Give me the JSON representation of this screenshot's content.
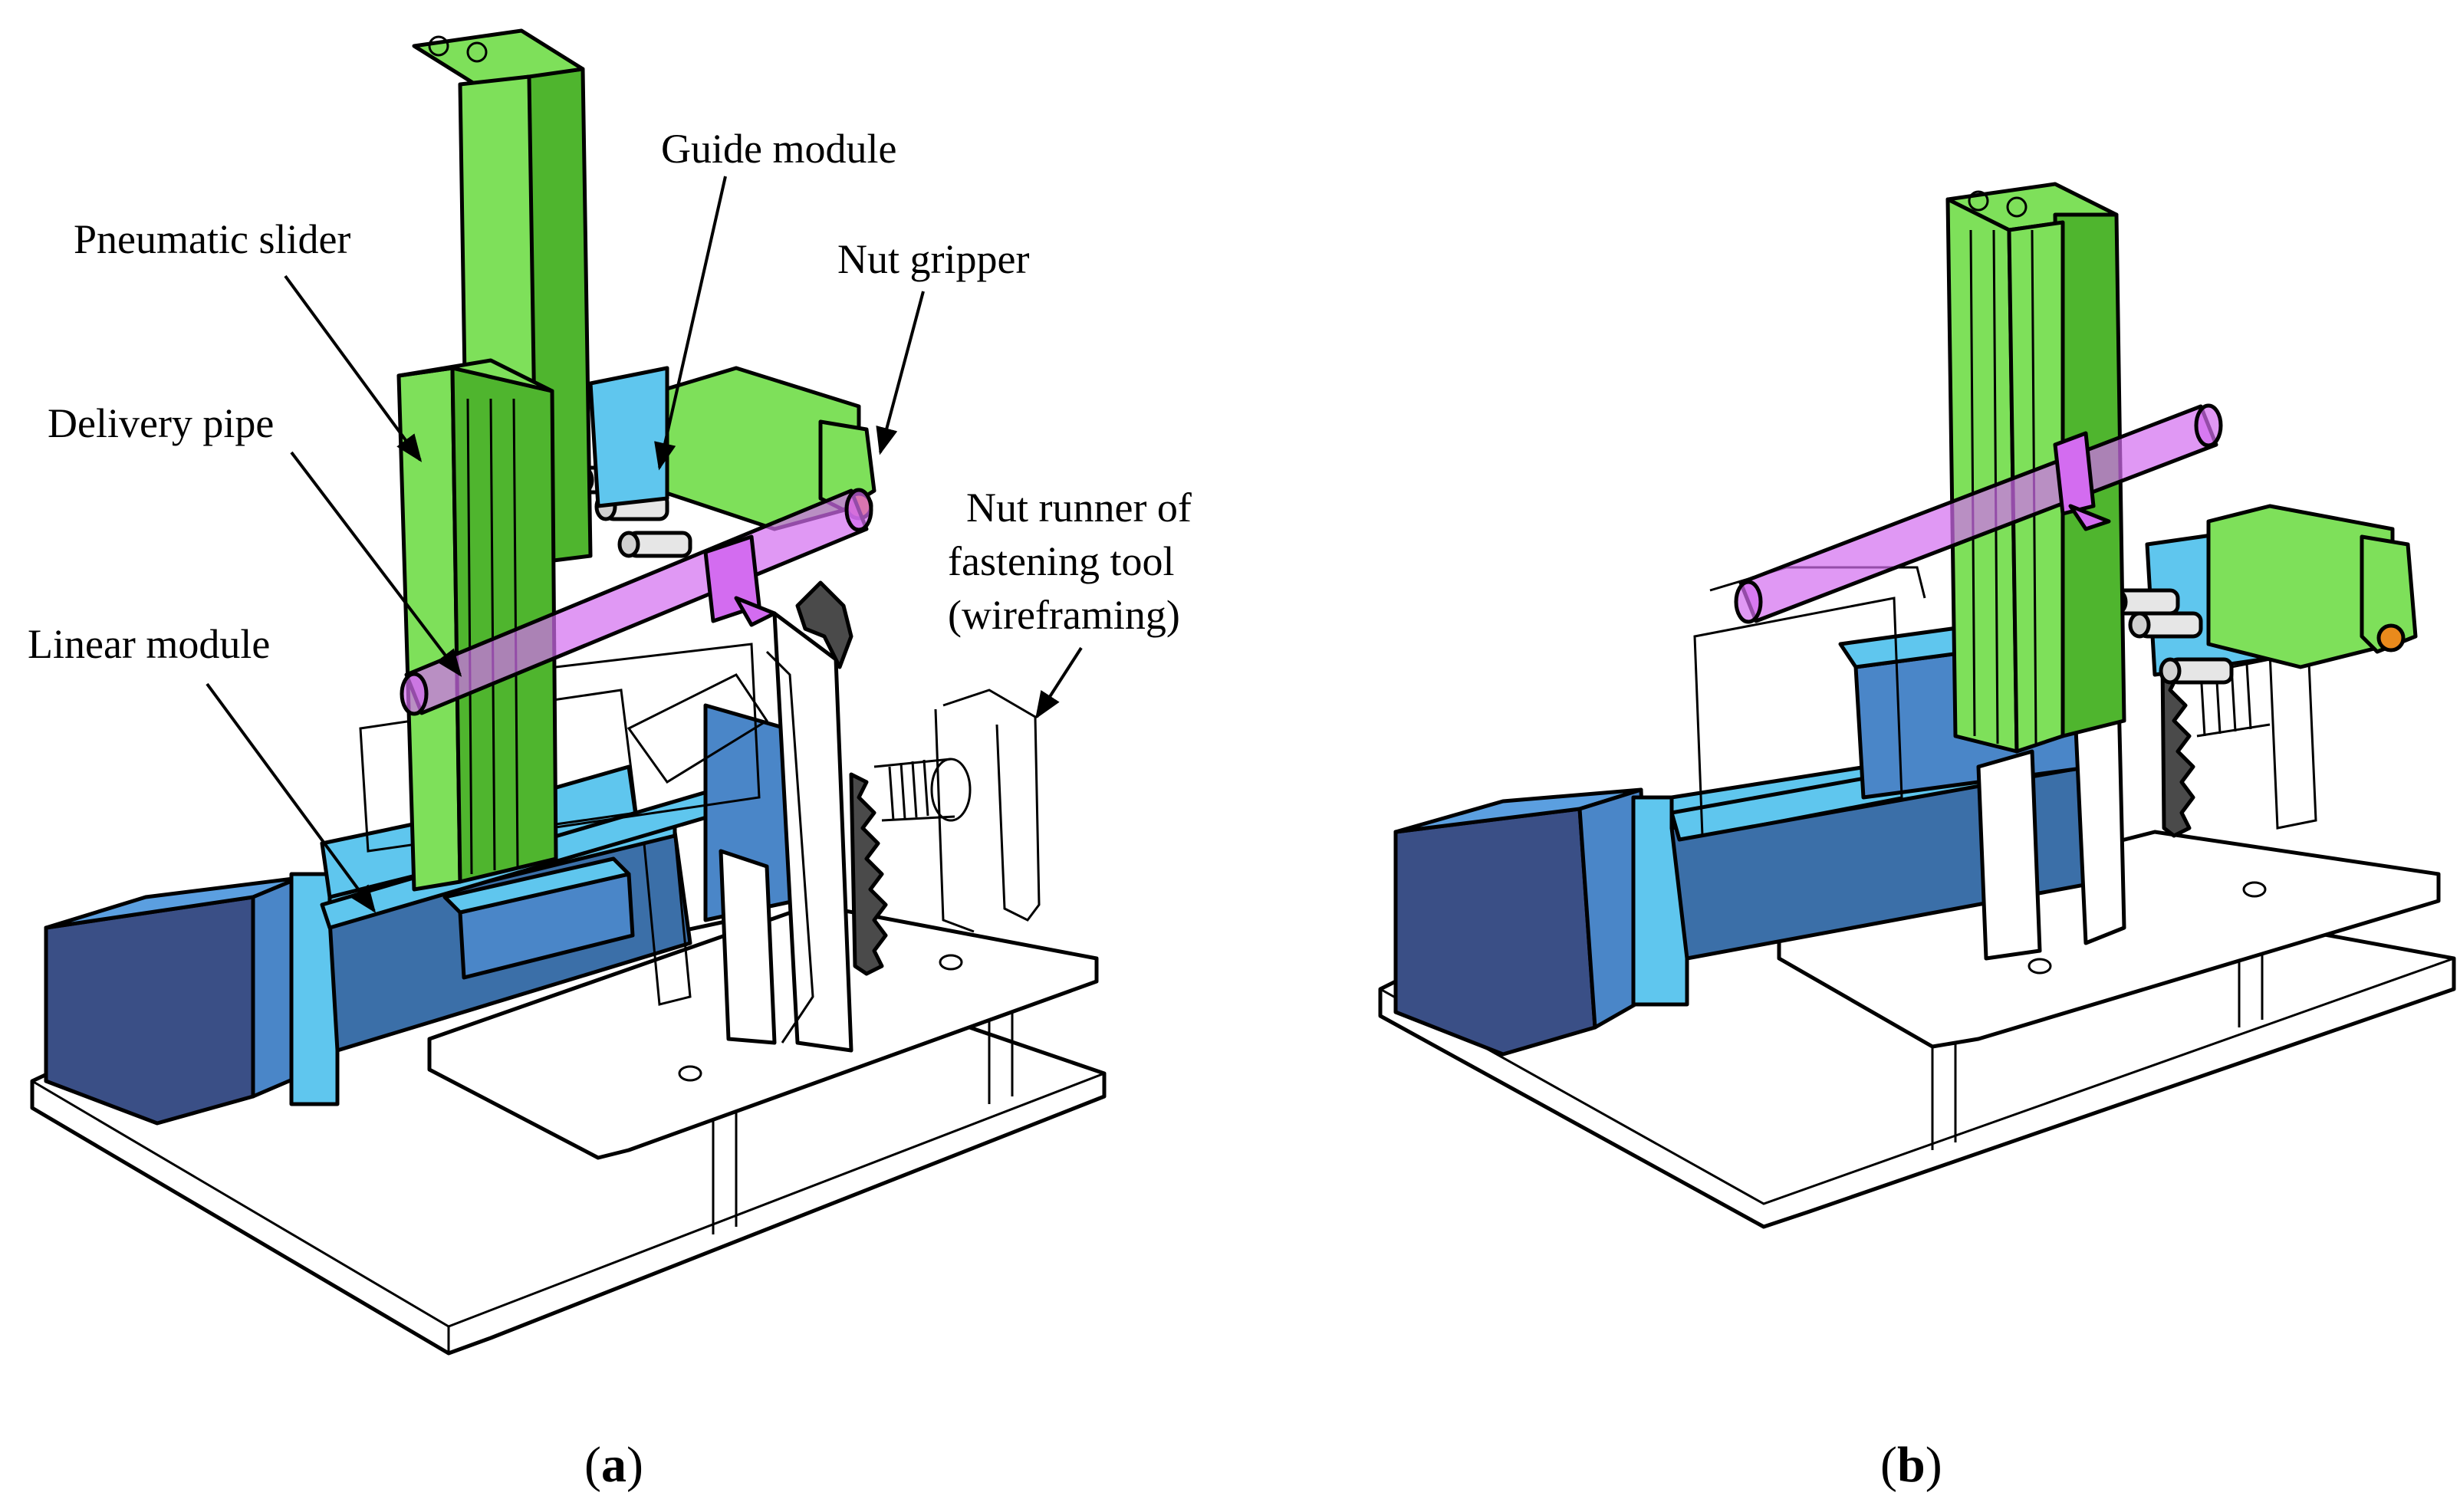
{
  "figure": {
    "panel_a": {
      "caption_open": "(",
      "caption_letter": "a",
      "caption_close": ")",
      "labels": {
        "guide_module": "Guide module",
        "pneumatic_slider": "Pneumatic slider",
        "nut_gripper": "Nut gripper",
        "delivery_pipe": "Delivery pipe",
        "nut_runner_line1": "Nut runner of",
        "nut_runner_line2": "fastening tool",
        "nut_runner_line3": "(wireframing)",
        "linear_module": "Linear module"
      }
    },
    "panel_b": {
      "caption_open": "(",
      "caption_letter": "b",
      "caption_close": ")"
    },
    "colors": {
      "pneumatic_slider": "#7ee05a",
      "pneumatic_slider_dark": "#4fb52e",
      "linear_module": "#5fc6ee",
      "linear_module_dark": "#3b6fa8",
      "motor_blue": "#4a86c8",
      "motor_dark": "#3a4f86",
      "delivery_pipe": "#d36cf0",
      "base_fill": "#ffffff",
      "guide_module": "#e6e6e6",
      "nut_highlight": "#e98a1c"
    }
  }
}
